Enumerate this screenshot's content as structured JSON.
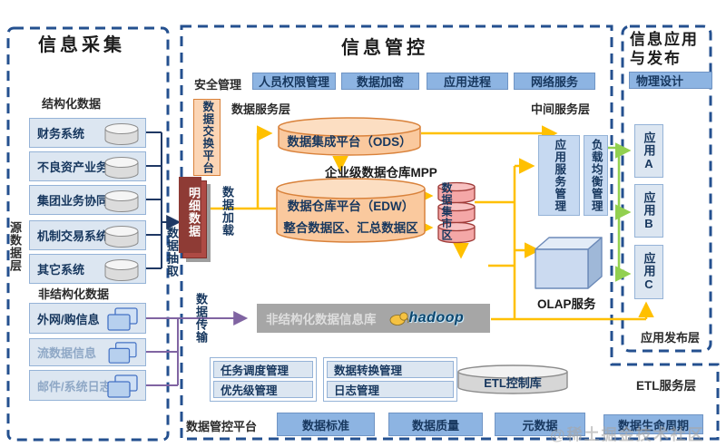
{
  "watermark": "@稀土掘金技术社区",
  "palette": {
    "dash_border": "#24508f",
    "light_blue_fill": "#dce6f1",
    "light_blue_border": "#95b3d7",
    "medium_blue_fill": "#8DB4E2",
    "orange_fill": "#FBD5B5",
    "orange_border": "#D9823B",
    "red_box": "#ae4a44",
    "pink_cylinder": "#f4a7a7",
    "gray_box": "#a6a6a6",
    "flow_yellow": "#FFC000",
    "flow_green": "#92D050",
    "flow_purple": "#8064A2",
    "flow_navy": "#1F3864"
  },
  "left": {
    "title": "信息采集",
    "source_layer": "源数据层",
    "structured": {
      "label": "结构化数据",
      "items": [
        "财务系统",
        "不良资产业务",
        "集团业务协同",
        "机制交易系统",
        "其它系统"
      ]
    },
    "unstructured": {
      "label": "非结构化数据",
      "items": [
        {
          "label": "外网/购信息",
          "dimmed": false
        },
        {
          "label": "流数据信息",
          "dimmed": true
        },
        {
          "label": "邮件/系统日志",
          "dimmed": true
        }
      ]
    }
  },
  "middle": {
    "title": "信息管控",
    "security_label": "安全管理",
    "security_items": [
      "人员权限管理",
      "数据加密",
      "应用进程",
      "网络服务"
    ],
    "exchange_platform": "数据交换平台",
    "data_service_layer": "数据服务层",
    "middle_service_layer": "中间服务层",
    "ods": "数据集成平台（ODS）",
    "mpp": "企业级数据仓库MPP",
    "edw_line1": "数据仓库平台（EDW）",
    "edw_line2": "整合数据区、汇总数据区",
    "detail_data": "明细数据",
    "data_mart": "数据集市区",
    "app_service": "应用服务管理",
    "load_balance": "负载均衡管理",
    "olap": "OLAP服务",
    "flow_extract": "数据抽取",
    "flow_load": "数据加载",
    "flow_transfer": "数据传输",
    "hadoop_label": "非结构化数据信息库",
    "hadoop_logo": "hadoop",
    "etl_items": [
      "任务调度管理",
      "优先级管理",
      "数据转换管理",
      "日志管理"
    ],
    "etl_control": "ETL控制库",
    "governance_label": "数据管控平台",
    "governance_items": [
      "数据标准",
      "数据质量",
      "元数据",
      "数据生命周期"
    ]
  },
  "right": {
    "title_line1": "信息应用",
    "title_line2": "与发布",
    "physical_design": "物理设计",
    "apps": [
      "应用A",
      "应用B",
      "应用C"
    ],
    "publish_layer": "应用发布层",
    "etl_layer": "ETL服务层"
  }
}
